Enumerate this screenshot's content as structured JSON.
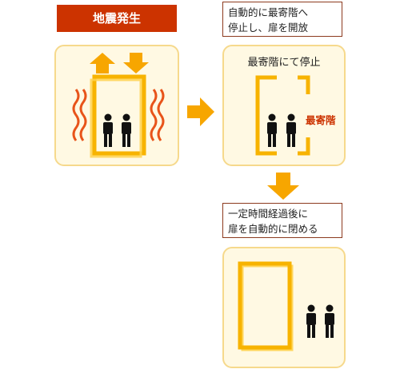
{
  "step1": {
    "label": "地震発生"
  },
  "step2": {
    "caption_line1": "自動的に最寄階へ",
    "caption_line2": "停止し、扉を開放",
    "panel_title": "最寄階にて停止",
    "floor_label": "最寄階"
  },
  "step3": {
    "caption_line1": "一定時間経過後に",
    "caption_line2": "扉を自動的に閉める"
  },
  "colors": {
    "accent_red": "#cc3300",
    "elevator_yellow": "#f7b300",
    "elevator_light": "#ffd24d",
    "arrow_orange": "#f7a600",
    "wave_orange": "#e8541a",
    "panel_bg": "#fff9e3",
    "panel_border": "#f6d98c"
  }
}
